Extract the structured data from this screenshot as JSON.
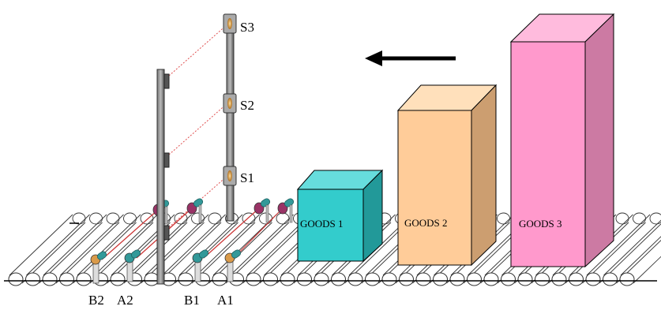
{
  "diagram": {
    "sensors": [
      "S3",
      "S2",
      "S1"
    ],
    "photocells": [
      "B2",
      "A2",
      "B1",
      "A1"
    ],
    "goods": [
      {
        "label": "GOODS 1",
        "front": "#33cccc",
        "side": "#229999",
        "top": "#66dddd"
      },
      {
        "label": "GOODS 2",
        "front": "#ffcc99",
        "side": "#cc9966",
        "top": "#ffe0bb"
      },
      {
        "label": "GOODS 3",
        "front": "#ff99cc",
        "side": "#cc6699",
        "top": "#ffbbdd"
      }
    ],
    "direction_arrow": "left-arrow",
    "colors": {
      "roller_outline": "#333333",
      "post": "#555555",
      "beam": "#e05050",
      "sensor_lens": "#d99a4a",
      "emitter": "#339999",
      "emitter_cap": "#993366"
    }
  }
}
